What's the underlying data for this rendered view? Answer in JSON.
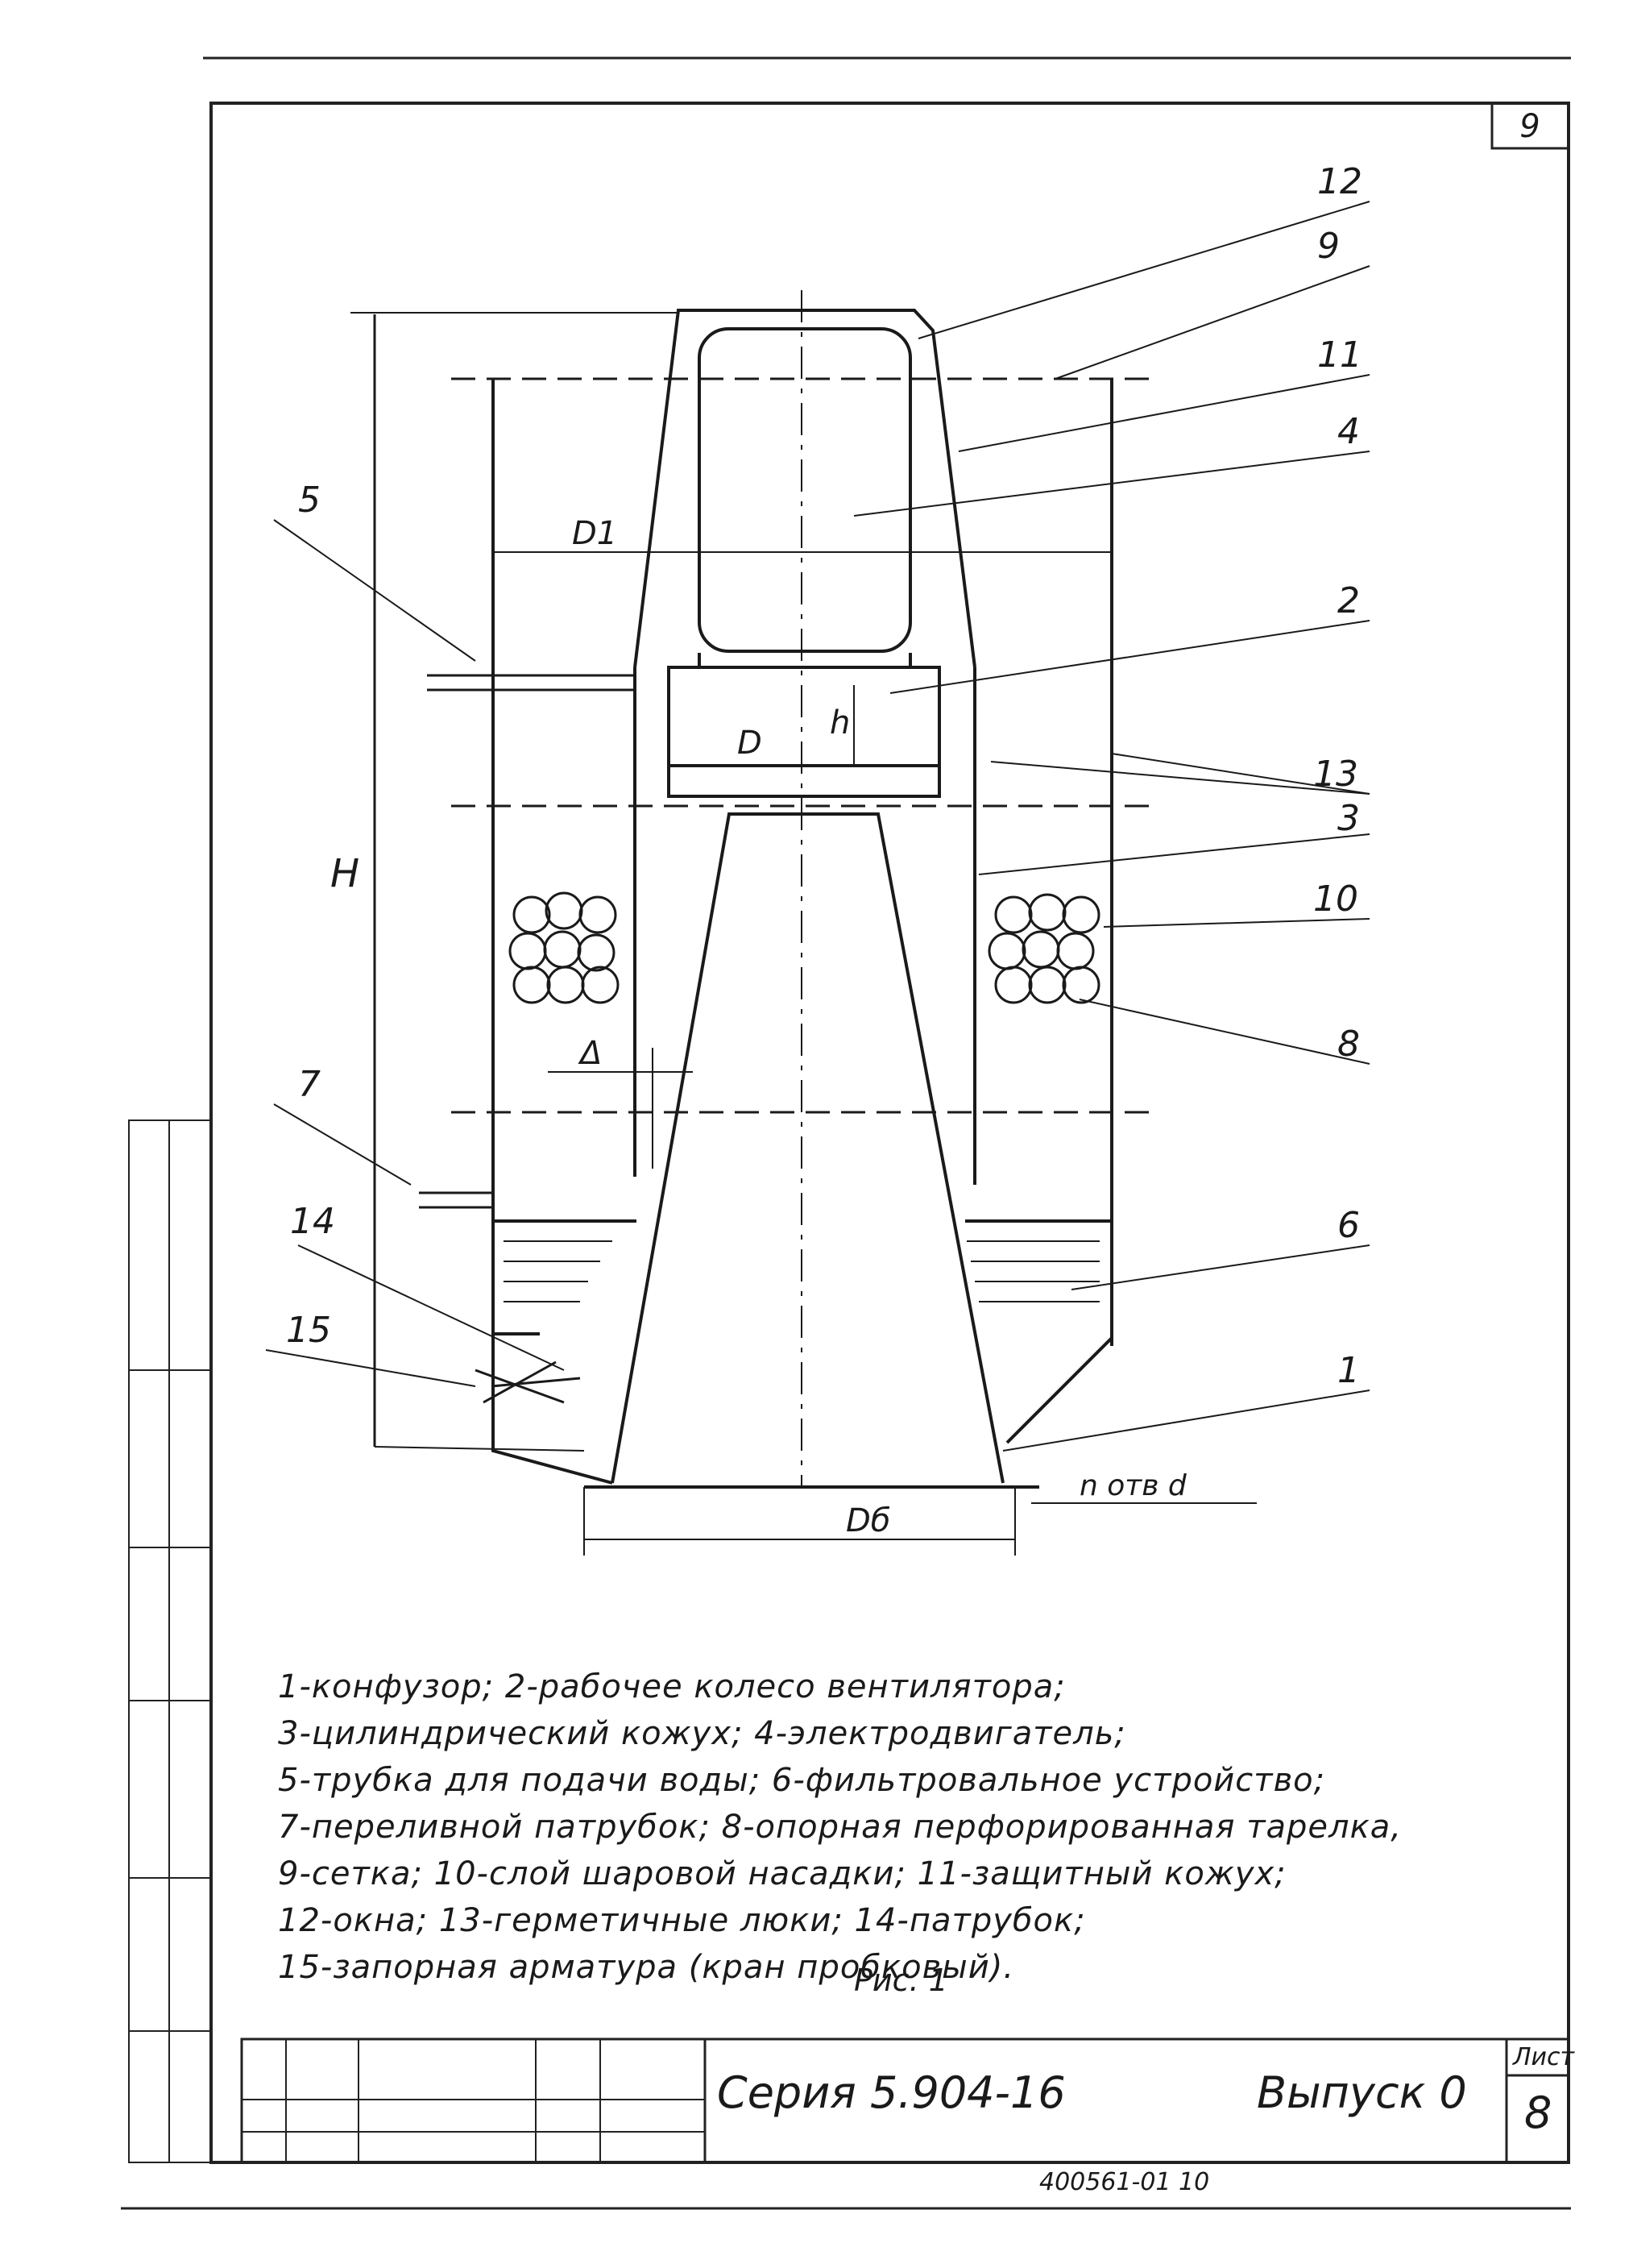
{
  "sheet_number_top": "9",
  "figure_caption": "Рис. 1",
  "callouts": {
    "c1": "1",
    "c2": "2",
    "c3": "3",
    "c4": "4",
    "c5": "5",
    "c6": "6",
    "c7": "7",
    "c8": "8",
    "c9": "9",
    "c10": "10",
    "c11": "11",
    "c12": "12",
    "c13": "13",
    "c14": "14",
    "c15": "15"
  },
  "dimensions": {
    "H": "H",
    "D1": "D1",
    "D": "D",
    "h": "h",
    "delta": "Δ",
    "Db": "Dб",
    "holes": "n отв d"
  },
  "legend": [
    "1-конфузор;  2-рабочее колесо вентилятора;",
    "3-цилиндрический кожух; 4-электродвигатель;",
    "5-трубка для подачи воды; 6-фильтровальное устройство;",
    "7-переливной патрубок; 8-опорная перфорированная тарелка,",
    "9-сетка;  10-слой шаровой насадки; 11-защитный кожух;",
    "12-окна;  13-герметичные люки;  14-патрубок;",
    "15-запорная арматура (кран пробковый)."
  ],
  "title_block": {
    "series": "Серия 5.904-16",
    "issue": "Выпуск 0",
    "sheet_label": "Лист",
    "sheet_value": "8",
    "bottom_code": "400561-01     10"
  }
}
